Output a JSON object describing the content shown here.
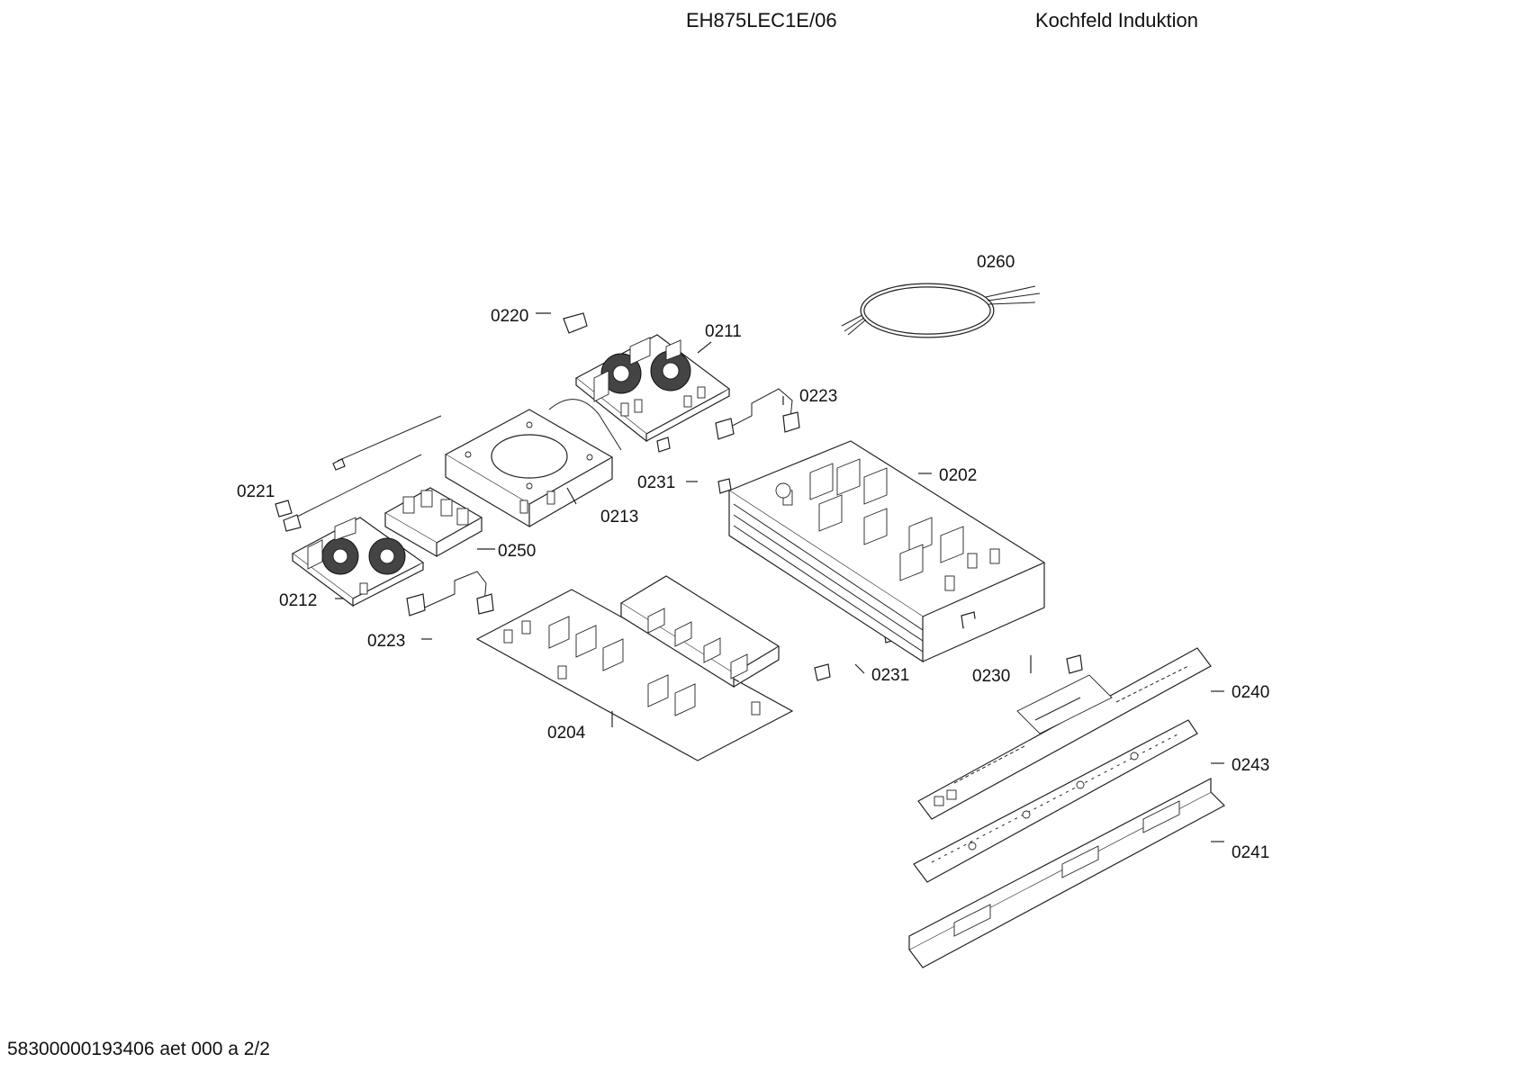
{
  "header": {
    "model": "EH875LEC1E/06",
    "description": "Kochfeld Induktion"
  },
  "footer": {
    "document_id": "58300000193406 aet 000 a 2/2"
  },
  "parts": [
    {
      "id": "0260",
      "label": "0260"
    },
    {
      "id": "0220",
      "label": "0220"
    },
    {
      "id": "0211",
      "label": "0211"
    },
    {
      "id": "0223a",
      "label": "0223"
    },
    {
      "id": "0231a",
      "label": "0231"
    },
    {
      "id": "0202",
      "label": "0202"
    },
    {
      "id": "0221",
      "label": "0221"
    },
    {
      "id": "0213",
      "label": "0213"
    },
    {
      "id": "0250",
      "label": "0250"
    },
    {
      "id": "0212",
      "label": "0212"
    },
    {
      "id": "0223b",
      "label": "0223"
    },
    {
      "id": "0231b",
      "label": "0231"
    },
    {
      "id": "0230",
      "label": "0230"
    },
    {
      "id": "0240",
      "label": "0240"
    },
    {
      "id": "0204",
      "label": "0204"
    },
    {
      "id": "0243",
      "label": "0243"
    },
    {
      "id": "0241",
      "label": "0241"
    }
  ]
}
